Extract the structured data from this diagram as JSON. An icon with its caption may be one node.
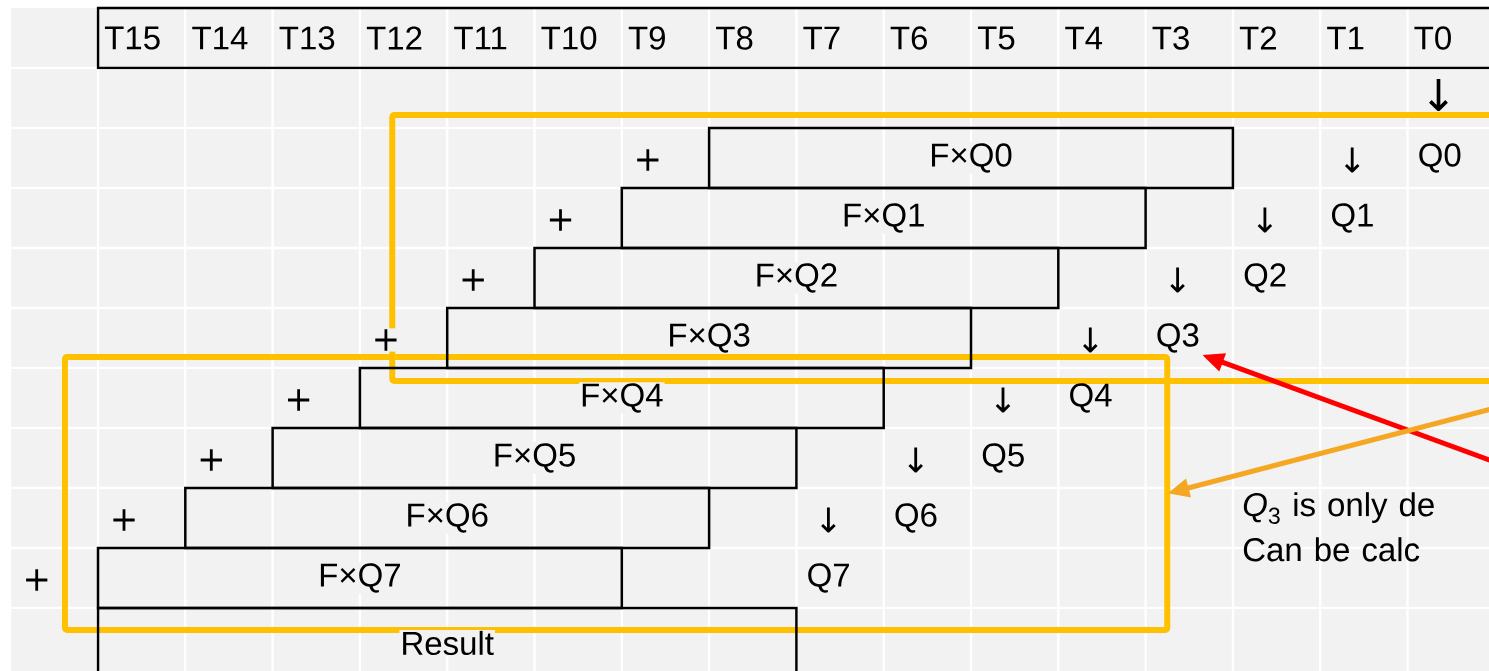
{
  "diagram": {
    "nodes": [
      {
        "text": [
          "T15",
          "T14",
          "T13",
          "T12",
          "T11",
          "T10",
          "T9",
          "T8",
          "T7",
          "T6",
          "T5",
          "T4",
          "T3",
          "T2",
          "T1",
          "T0"
        ]
      },
      {
        "text": [],
        "shape": "box"
      },
      {
        "text": [],
        "shape": "box"
      },
      {
        "text": [
          "F×Q0"
        ],
        "in": 1
      },
      {
        "text": [
          "F×Q1"
        ],
        "in": 1
      },
      {
        "text": [
          "F×Q2"
        ],
        "in": 1
      },
      {
        "text": [
          "F×Q3"
        ],
        "in": 1
      },
      {
        "text": [
          "F×Q4"
        ],
        "in": 2
      },
      {
        "text": [
          "F×Q5"
        ],
        "in": 2
      },
      {
        "text": [
          "F×Q6"
        ],
        "in": 2
      },
      {
        "text": [
          "F×Q7"
        ],
        "in": 2
      },
      {
        "text": [
          "Result"
        ]
      },
      {
        "text": [
          "Q0"
        ],
        "in": 1
      },
      {
        "text": [
          "Q1"
        ],
        "in": 1
      },
      {
        "text": [
          "Q2"
        ],
        "in": 1
      },
      {
        "text": [
          "Q3"
        ],
        "in": 1
      },
      {
        "text": [
          "Q4"
        ],
        "in": 2
      },
      {
        "text": [
          "Q5"
        ],
        "in": 2
      },
      {
        "text": [
          "Q6"
        ],
        "in": 2
      },
      {
        "text": [
          "Q7"
        ],
        "in": 2
      }
    ],
    "edges": [
      {
        "from": null,
        "to": 15,
        "arrow": "to",
        "color": "#ff0000"
      },
      {
        "from": null,
        "to": 2,
        "arrow": "to",
        "color": "#f5a623"
      }
    ],
    "labels": [
      "↓",
      "+",
      "↓",
      "+",
      "↓",
      "+",
      "↓",
      "+",
      "↓",
      "+",
      "↓",
      "+",
      "↓",
      "+",
      "↓",
      "+",
      "*Q*$_{3}$ is only de Can be calc"
    ]
  }
}
